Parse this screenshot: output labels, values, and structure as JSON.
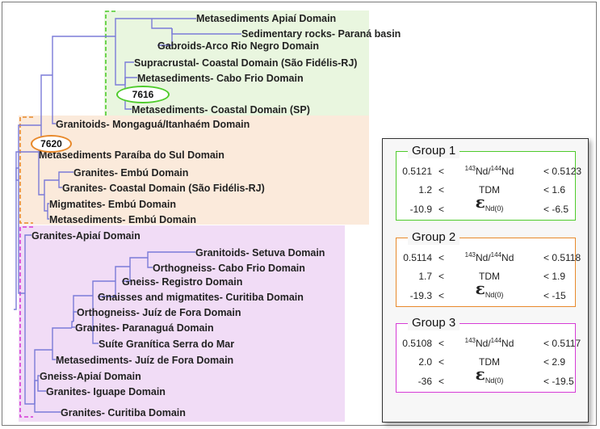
{
  "leaves": [
    "Metasediments Apiaí Domain",
    "Sedimentary rocks- Paraná basin",
    "Gabroids-Arco Rio Negro Domain",
    "Supracrustal- Coastal Domain (São Fidélis-RJ)",
    "Metasediments- Cabo Frio Domain",
    "Metasediments- Coastal Domain (SP)",
    "Granitoids- Mongaguá/Itanhaém Domain",
    "Metasediments Paraíba do Sul Domain",
    "Granites- Embú Domain",
    "Granites- Coastal Domain (São Fidélis-RJ)",
    "Migmatites- Embú Domain",
    "Metasediments- Embú Domain",
    "Granites-Apiaí Domain",
    "Granitoids- Setuva Domain",
    "Orthogneiss- Cabo Frio Domain",
    "Gneiss- Registro Domain",
    "Gnaisses and migmatites- Curitiba Domain",
    "Orthogneiss- Juíz de Fora Domain",
    "Granites- Paranaguá Domain",
    "Suíte Granítica Serra do Mar",
    "Metasediments- Juíz de Fora Domain",
    "Gneiss-Apiaí Domain",
    "Granites- Iguape Domain",
    "Granites- Curitiba Domain"
  ],
  "samples": {
    "s7616": "7616",
    "s7620": "7620"
  },
  "colors": {
    "group1": "#4ecb2b",
    "group1_fill": "#e9f6df",
    "group2": "#e8892b",
    "group2_fill": "#fbeadb",
    "group3": "#d63bd6",
    "group3_fill": "#f1dcf6",
    "branch": "#7b7bd8"
  },
  "legend": {
    "ratio_label_pre": "143",
    "ratio_label_mid": "Nd/",
    "ratio_label_den": "144",
    "ratio_label_post": "Nd",
    "tdm_label": "TDM",
    "eps_symbol": "ε",
    "eps_sub": "Nd(0)",
    "lt": "<",
    "groups": [
      {
        "title": "Group 1",
        "ratio_low": "0.5121",
        "ratio_high": "< 0.5123",
        "tdm_low": "1.2",
        "tdm_high": "< 1.6",
        "eps_low": "-10.9",
        "eps_high": "< -6.5"
      },
      {
        "title": "Group 2",
        "ratio_low": "0.5114",
        "ratio_high": "< 0.5118",
        "tdm_low": "1.7",
        "tdm_high": "< 1.9",
        "eps_low": "-19.3",
        "eps_high": "< -15"
      },
      {
        "title": "Group 3",
        "ratio_low": "0.5108",
        "ratio_high": "< 0.5117",
        "tdm_low": "2.0",
        "tdm_high": "< 2.9",
        "eps_low": "-36",
        "eps_high": "< -19.5"
      }
    ]
  }
}
